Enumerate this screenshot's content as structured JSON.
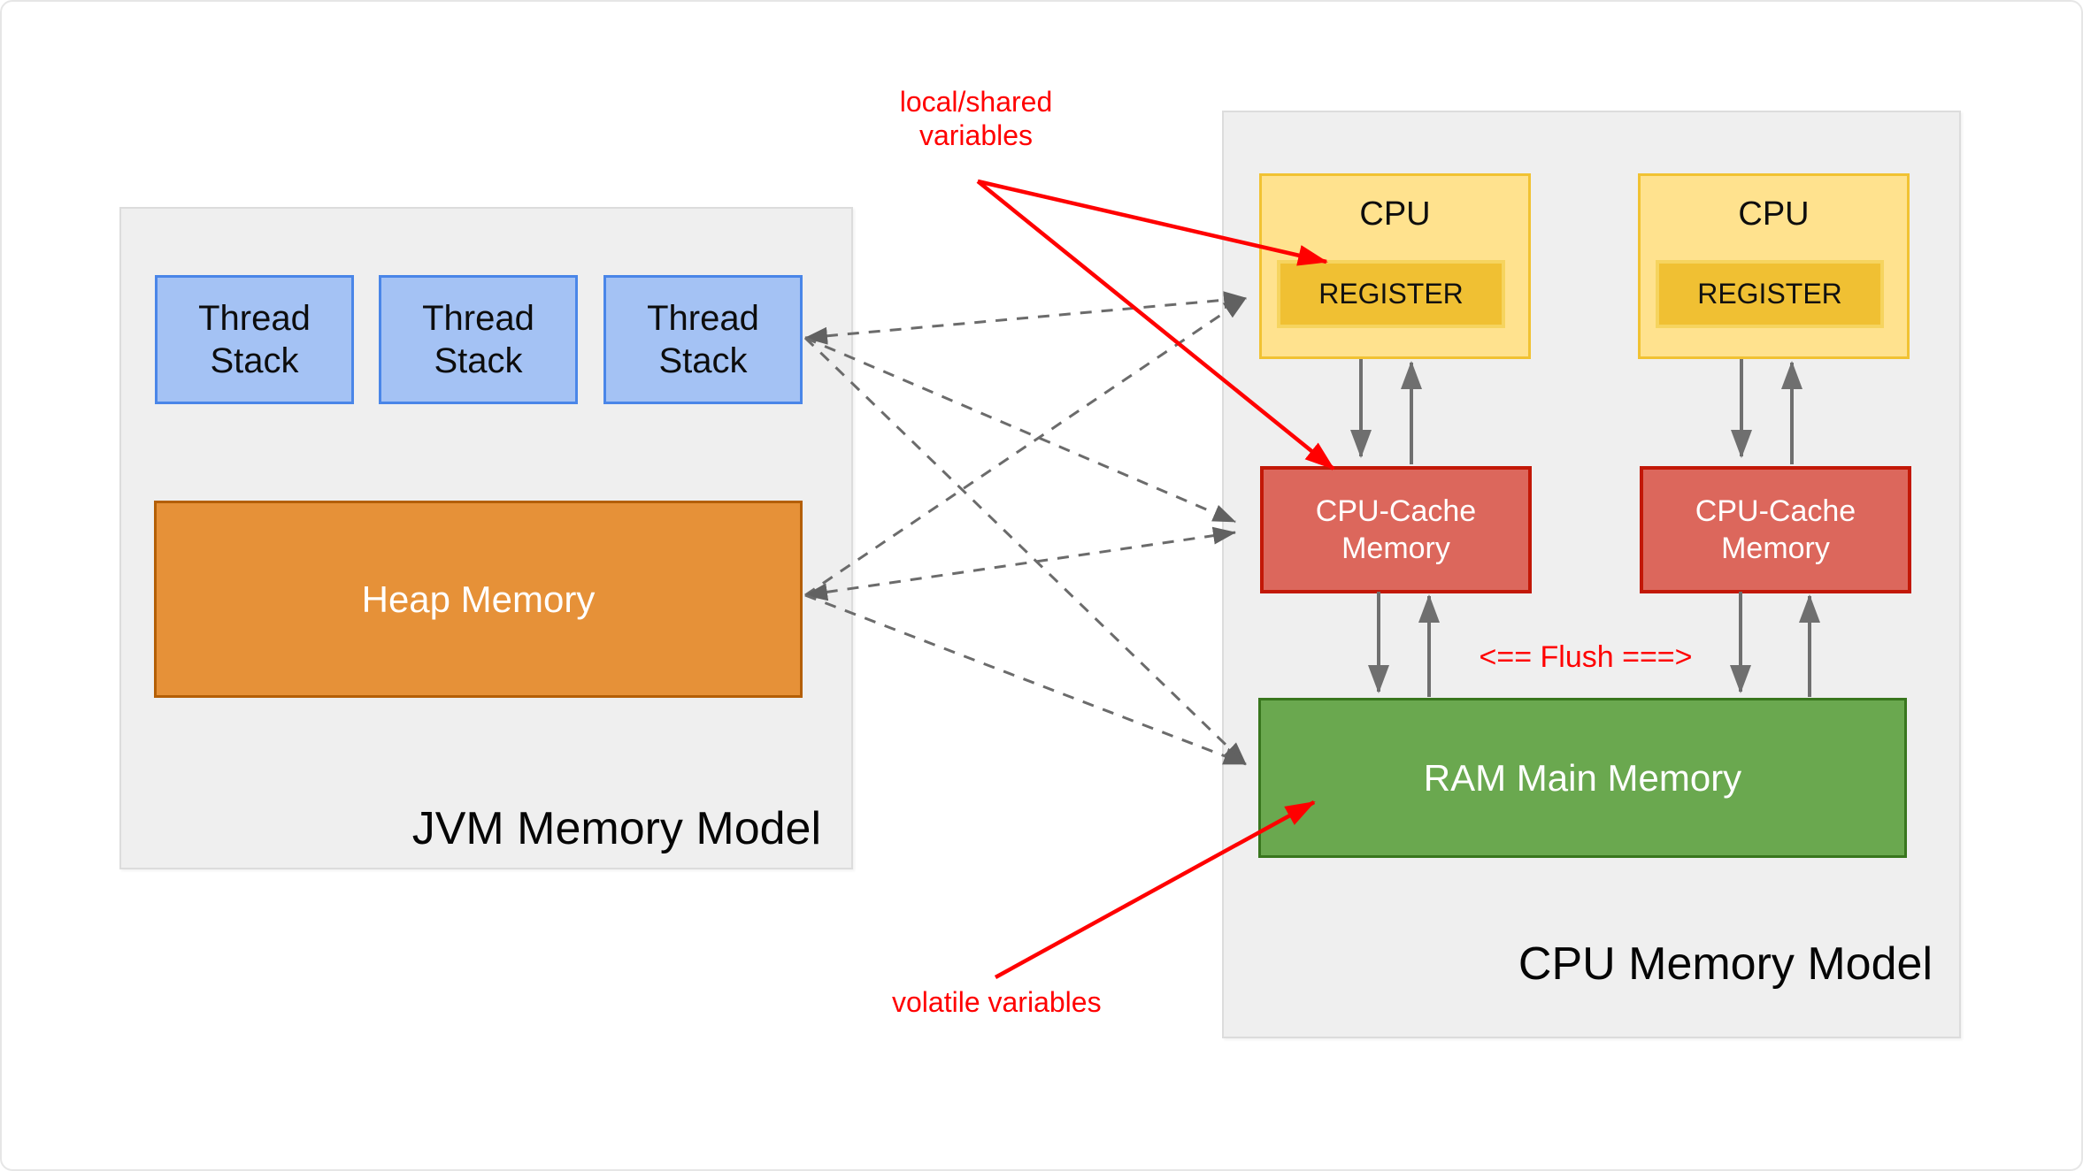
{
  "jvm": {
    "title": "JVM Memory Model",
    "thread_stack_label": "Thread Stack",
    "heap_label": "Heap Memory"
  },
  "cpu": {
    "title": "CPU Memory Model",
    "cpu_label": "CPU",
    "register_label": "REGISTER",
    "cache_label": "CPU-Cache Memory",
    "ram_label": "RAM Main Memory",
    "flush_label": "<== Flush ===>"
  },
  "annotations": {
    "local_shared": "local/shared variables",
    "volatile": "volatile variables"
  },
  "colors": {
    "annotation_red": "#ff0000",
    "panel_fill": "#efefef",
    "panel_border": "#dcdcdc",
    "thread_fill": "#a4c2f4",
    "thread_border": "#4a86e8",
    "heap_fill": "#e69138",
    "heap_border": "#b45f06",
    "cpu_fill": "#ffe28e",
    "cpu_border": "#f1c232",
    "register_fill": "#f0c033",
    "register_border": "#f6d45f",
    "cache_fill": "#dc675c",
    "cache_border": "#c21807",
    "ram_fill": "#6aa84f",
    "ram_border": "#38761d",
    "connector_gray": "#6b6b6b"
  }
}
